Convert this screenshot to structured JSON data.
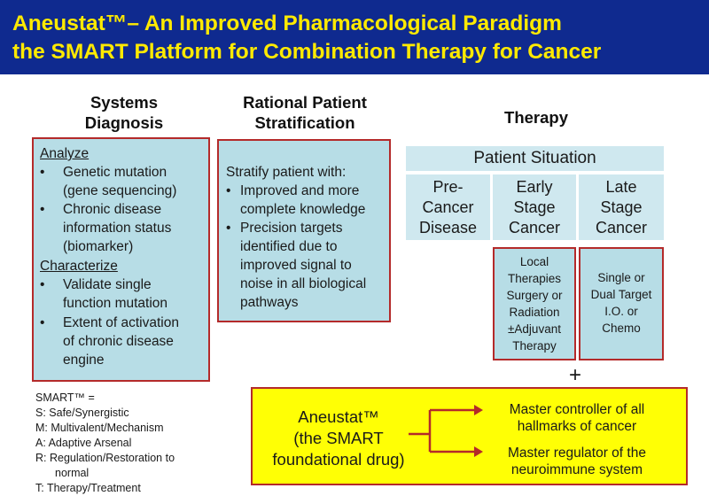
{
  "header": {
    "title_line1": "Aneustat™– An Improved Pharmacological Paradigm",
    "title_line2": "the SMART Platform for Combination Therapy for Cancer"
  },
  "columns": {
    "systems_diagnosis": [
      "Systems",
      "Diagnosis"
    ],
    "rational_stratification": [
      "Rational Patient",
      "Stratification"
    ],
    "therapy": "Therapy"
  },
  "diagnosis_box": {
    "analyze_heading": "Analyze",
    "analyze_items": [
      [
        "Genetic mutation",
        "(gene sequencing)"
      ],
      [
        "Chronic disease",
        "information status",
        "(biomarker)"
      ]
    ],
    "characterize_heading": "Characterize",
    "characterize_items": [
      [
        "Validate single",
        "function mutation"
      ],
      [
        "Extent of activation",
        "of chronic disease",
        "engine"
      ]
    ],
    "bullet": "•"
  },
  "stratify_box": {
    "intro": "Stratify patient with:",
    "items": [
      [
        "Improved and more",
        "complete knowledge"
      ],
      [
        "Precision targets",
        "identified due to",
        "improved signal to",
        "noise in all biological",
        "pathways"
      ]
    ]
  },
  "therapy_table": {
    "header": "Patient Situation",
    "stages": [
      [
        "Pre-",
        "Cancer",
        "Disease"
      ],
      [
        "Early",
        "Stage",
        "Cancer"
      ],
      [
        "Late",
        "Stage",
        "Cancer"
      ]
    ],
    "early_treatment": [
      "Local",
      "Therapies",
      "Surgery or",
      "Radiation",
      "±Adjuvant",
      "Therapy"
    ],
    "late_treatment": [
      "Single or",
      "Dual Target",
      "I.O. or",
      "Chemo"
    ]
  },
  "plus_sign": "+",
  "smart_definition": [
    "SMART™ =",
    "S: Safe/Synergistic",
    "M: Multivalent/Mechanism",
    "A: Adaptive Arsenal",
    "R: Regulation/Restoration to",
    "normal",
    "T: Therapy/Treatment"
  ],
  "aneustat_box": {
    "drug": [
      "Aneustat™",
      "(the SMART",
      "foundational drug)"
    ],
    "outcome_1": [
      "Master controller of all",
      "hallmarks of cancer"
    ],
    "outcome_2": [
      "Master regulator of the",
      "neuroimmune system"
    ]
  },
  "colors": {
    "banner_bg": "#0f2a8f",
    "title_text": "#ffea00",
    "box_fill": "#b7dde6",
    "box_border": "#b42a2a",
    "highlight_fill": "#ffff05"
  }
}
